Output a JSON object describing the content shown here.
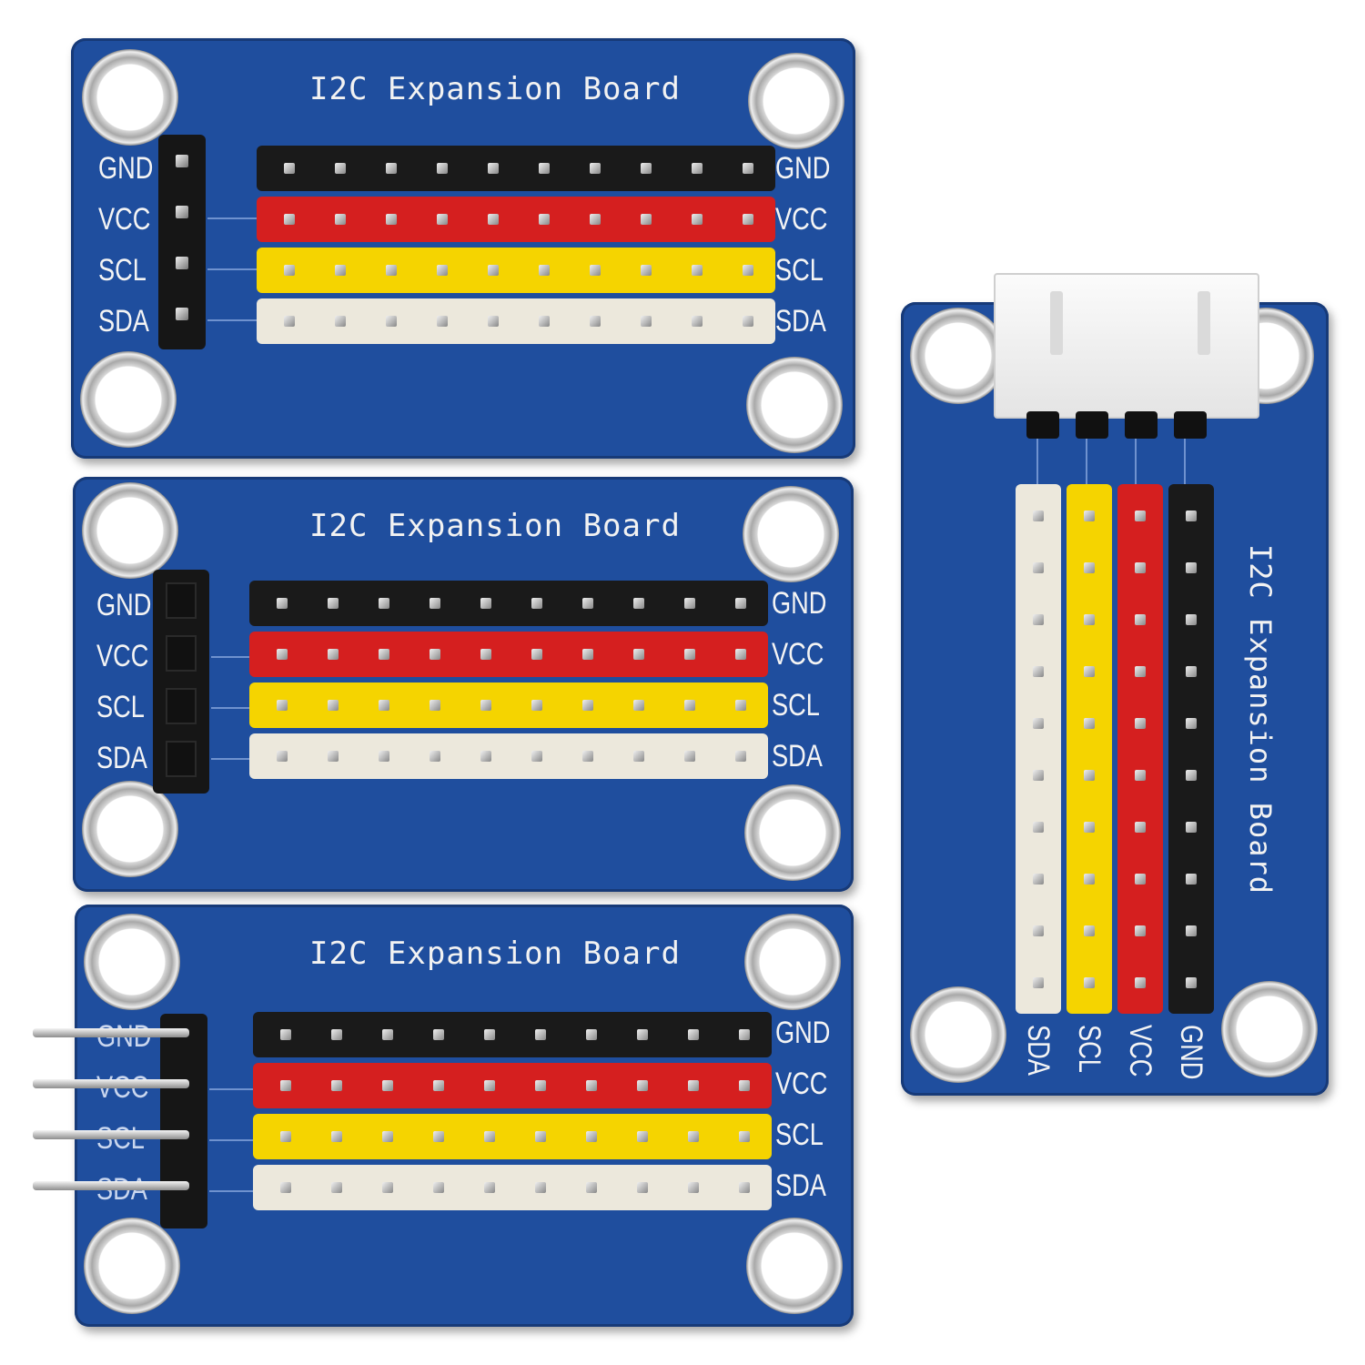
{
  "boards": [
    {
      "title": "I2C Expansion Board",
      "labels": [
        "GND",
        "VCC",
        "SCL",
        "SDA"
      ]
    },
    {
      "title": "I2C Expansion Board",
      "labels": [
        "GND",
        "VCC",
        "SCL",
        "SDA"
      ]
    },
    {
      "title": "I2C Expansion Board",
      "labels": [
        "GND",
        "VCC",
        "SCL",
        "SDA"
      ]
    },
    {
      "title": "I2C Expansion Board",
      "labels": [
        "SDA",
        "SCL",
        "VCC",
        "GND"
      ]
    }
  ],
  "colors": {
    "pcb": "#1f4e9e",
    "gnd": "#1a1a1a",
    "vcc": "#d51f1f",
    "scl": "#f5d400",
    "sda": "#ece8dc"
  }
}
